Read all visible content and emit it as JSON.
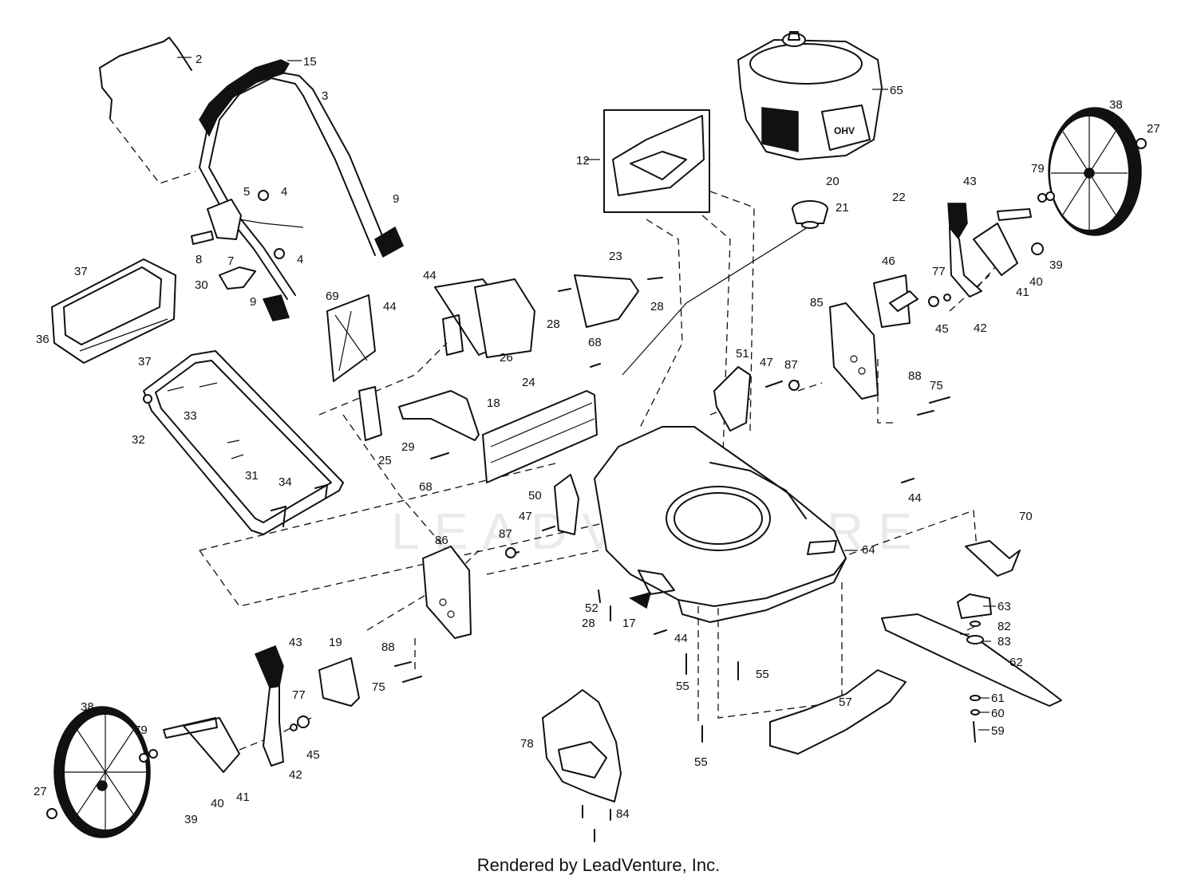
{
  "footer": "Rendered by LeadVenture, Inc.",
  "watermark": "LEADVENTURE",
  "parts": [
    "2",
    "15",
    "3",
    "5",
    "4",
    "4",
    "8",
    "7",
    "9",
    "9",
    "30",
    "37",
    "37",
    "36",
    "12",
    "65",
    "20",
    "21",
    "22",
    "38",
    "27",
    "79",
    "43",
    "39",
    "40",
    "41",
    "42",
    "77",
    "45",
    "46",
    "85",
    "23",
    "28",
    "28",
    "44",
    "44",
    "26",
    "69",
    "68",
    "24",
    "18",
    "29",
    "25",
    "68",
    "51",
    "47",
    "87",
    "88",
    "75",
    "33",
    "32",
    "31",
    "34",
    "50",
    "47",
    "87",
    "86",
    "52",
    "28",
    "17",
    "44",
    "64",
    "44",
    "70",
    "63",
    "82",
    "83",
    "62",
    "61",
    "60",
    "59",
    "55",
    "55",
    "55",
    "57",
    "43",
    "19",
    "88",
    "75",
    "77",
    "45",
    "42",
    "38",
    "79",
    "27",
    "40",
    "39",
    "41",
    "78",
    "84"
  ]
}
